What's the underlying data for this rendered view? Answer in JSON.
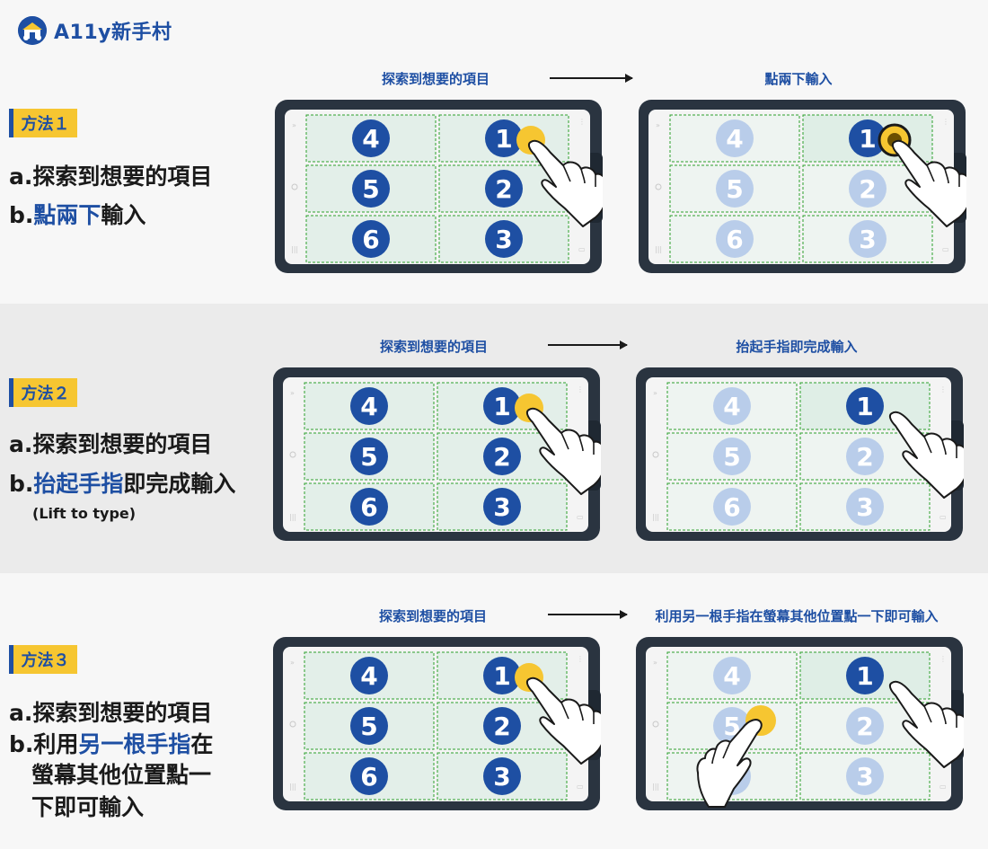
{
  "logo": {
    "text": "A11y新手村"
  },
  "colors": {
    "brand": "#1e4fa3",
    "accent": "#f6c631",
    "focus": "#2ca02c"
  },
  "methods": [
    {
      "tag": "方法１",
      "step_a": "a.探索到想要的項目",
      "step_b_prefix": "b.",
      "step_b_highlight": "點兩下",
      "step_b_suffix": "輸入",
      "caption_left": "探索到想要的項目",
      "caption_right": "點兩下輸入"
    },
    {
      "tag": "方法２",
      "step_a": "a.探索到想要的項目",
      "step_b_prefix": "b.",
      "step_b_highlight": "抬起手指",
      "step_b_suffix": "即完成輸入",
      "note": "(Lift to type)",
      "caption_left": "探索到想要的項目",
      "caption_right": "抬起手指即完成輸入"
    },
    {
      "tag": "方法３",
      "step_a": "a.探索到想要的項目",
      "step_b_prefix": "b.利用",
      "step_b_highlight": "另一根手指",
      "step_b_suffix": "在",
      "step_b_line2": "螢幕其他位置點一",
      "step_b_line3": "下即可輸入",
      "caption_left": "探索到想要的項目",
      "caption_right": "利用另一根手指在螢幕其他位置點一下即可輸入"
    }
  ],
  "keypad": {
    "keys": [
      "4",
      "1",
      "5",
      "2",
      "6",
      "3"
    ]
  }
}
